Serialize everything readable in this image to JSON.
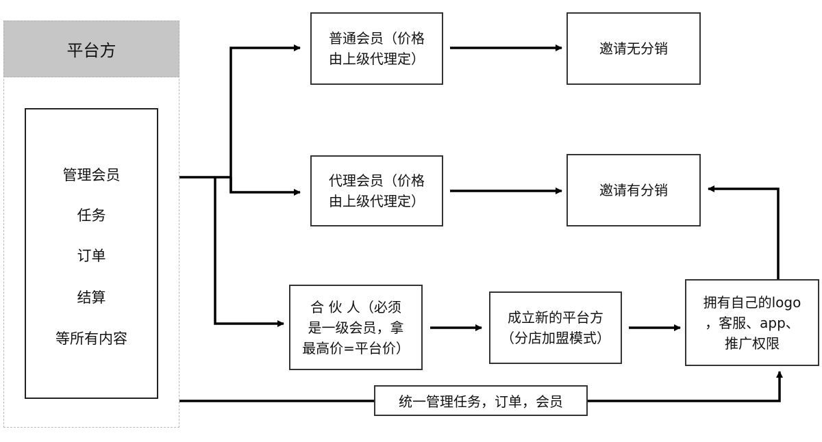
{
  "platform": {
    "title": "平台方",
    "items": [
      "管理会员",
      "任务",
      "订单",
      "结算",
      "等所有内容"
    ]
  },
  "nodes": {
    "regular_member": [
      "普通会员（价格",
      "由上级代理定）"
    ],
    "agent_member": [
      "代理会员（价格",
      "由上级代理定）"
    ],
    "partner": [
      "合 伙 人（必须",
      "是一级会员，拿",
      "最高价=平台价）"
    ],
    "invite_no_dist": "邀请无分销",
    "invite_with_dist": "邀请有分销",
    "new_platform": [
      "成立新的平台方",
      "（分店加盟模式）"
    ],
    "own_logo": [
      "拥有自己的logo",
      "，客服、app、",
      "推广权限"
    ]
  },
  "bottom_label": "统一管理任务，订单，会员"
}
